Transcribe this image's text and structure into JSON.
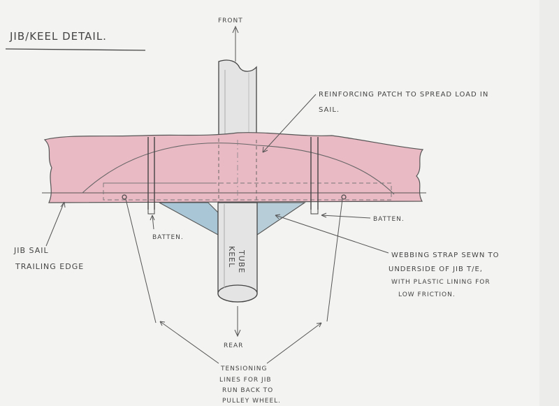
{
  "title": "JIB/KEEL DETAIL.",
  "labels": {
    "front": "FRONT",
    "rear": "REAR",
    "patch_1": "REINFORCING PATCH TO SPREAD LOAD IN",
    "patch_2": "SAIL.",
    "jib_1": "JIB SAIL",
    "jib_2": "TRAILING EDGE",
    "batten_left": "BATTEN.",
    "batten_right": "BATTEN.",
    "strap_1": "WEBBING STRAP SEWN TO",
    "strap_2": "UNDERSIDE OF JIB T/E,",
    "strap_3": "WITH PLASTIC LINING FOR",
    "strap_4": "LOW FRICTION.",
    "keel_1": "KEEL",
    "keel_2": "TUBE",
    "lines_1": "TENSIONING",
    "lines_2": "LINES FOR JIB",
    "lines_3": "RUN BACK TO",
    "lines_4": "PULLEY WHEEL."
  },
  "colors": {
    "paper": "#f3f3f1",
    "pencil": "#555555",
    "sail_fill": "#e9b9c4",
    "strap_fill": "#a9c6d6",
    "tube_fill": "#e4e4e4"
  }
}
